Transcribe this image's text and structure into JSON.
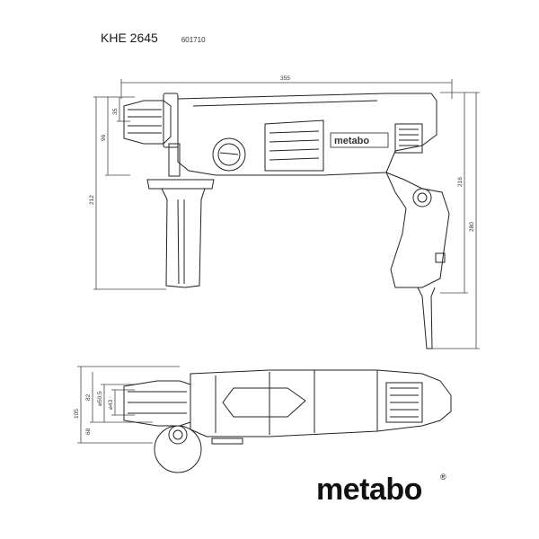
{
  "header": {
    "model": "KHE 2645",
    "article_number": "601710"
  },
  "side_view": {
    "dimensions": {
      "length": "355",
      "d35": "35",
      "d96": "96",
      "d212": "212",
      "d216": "216",
      "d280": "280"
    },
    "brand_on_tool": "metabo"
  },
  "top_view": {
    "dimensions": {
      "d105": "105",
      "d82": "82",
      "d68": "68",
      "dia505": "⌀50,5",
      "dia43": "⌀43"
    }
  },
  "brand": {
    "logo": "metabo",
    "registered": "®"
  }
}
